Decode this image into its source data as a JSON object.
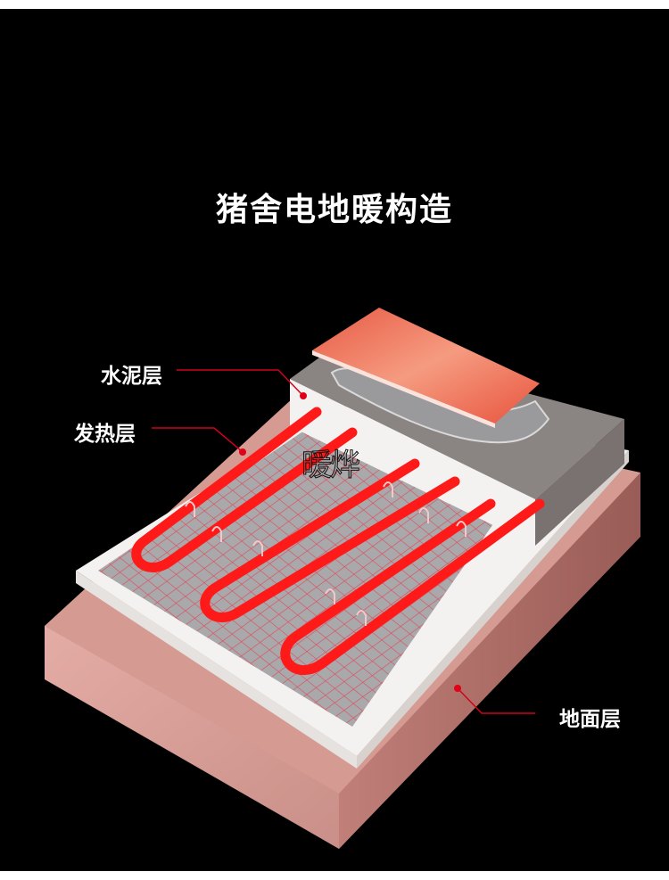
{
  "title": "猪舍电地暖构造",
  "watermark": "暖烨",
  "layers": [
    {
      "id": "cement",
      "label": "水泥层"
    },
    {
      "id": "heating",
      "label": "发热层"
    },
    {
      "id": "ground",
      "label": "地面层"
    }
  ],
  "colors": {
    "background": "#000000",
    "leader_line": "#d0021b",
    "heating_cable": "#ff1a1a",
    "tile": "#f06a55",
    "cement": "#8a8482",
    "insulation": "#f4f2f0",
    "ground": "#d59a92"
  }
}
